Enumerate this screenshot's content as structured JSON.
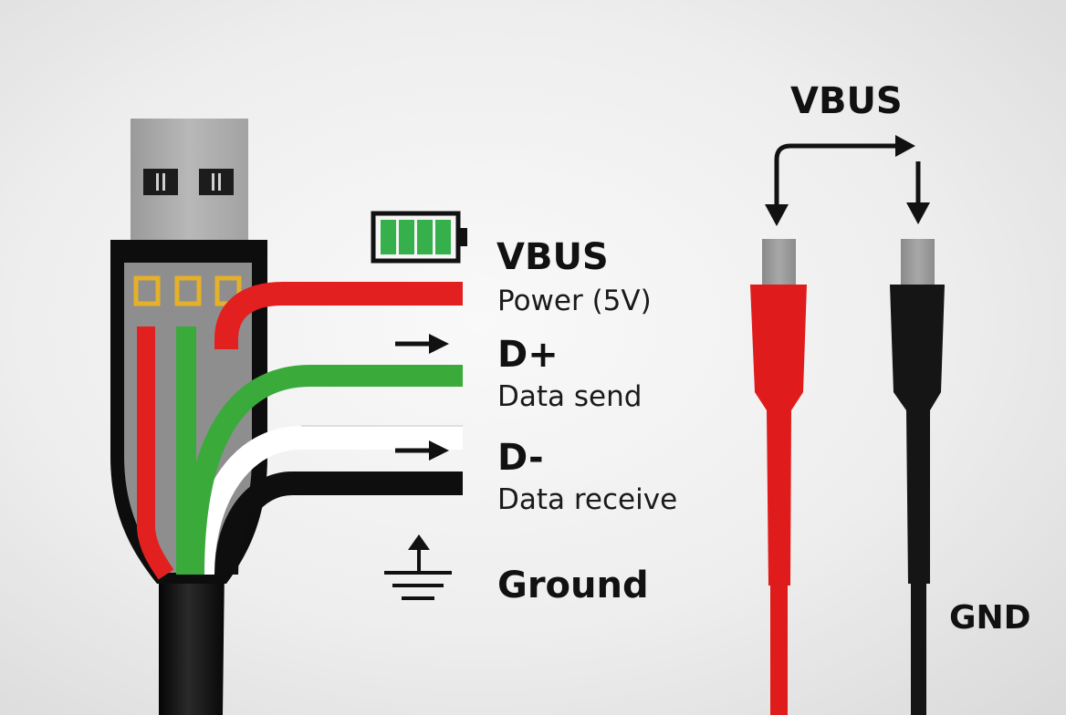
{
  "signals": {
    "vbus": {
      "name": "VBUS",
      "description": "Power (5V)",
      "icon": "battery-icon"
    },
    "dplus": {
      "name": "D+",
      "description": "Data send",
      "icon": "arrow-right-icon"
    },
    "dminus": {
      "name": "D-",
      "description": "Data receive",
      "icon": "arrow-right-icon"
    },
    "ground": {
      "name": "Ground",
      "icon": "ground-symbol-icon"
    }
  },
  "probes": {
    "top_label": "VBUS",
    "bottom_label": "GND"
  },
  "colors": {
    "vbus_wire": "#e32020",
    "data_plus_wire": "#3aaa3a",
    "data_minus_wire": "#ffffff",
    "ground_wire": "#111111",
    "battery_fill": "#36b04a",
    "contact_pad": "#e5b02a",
    "red_probe": "#e01b1b",
    "black_probe": "#151515"
  }
}
